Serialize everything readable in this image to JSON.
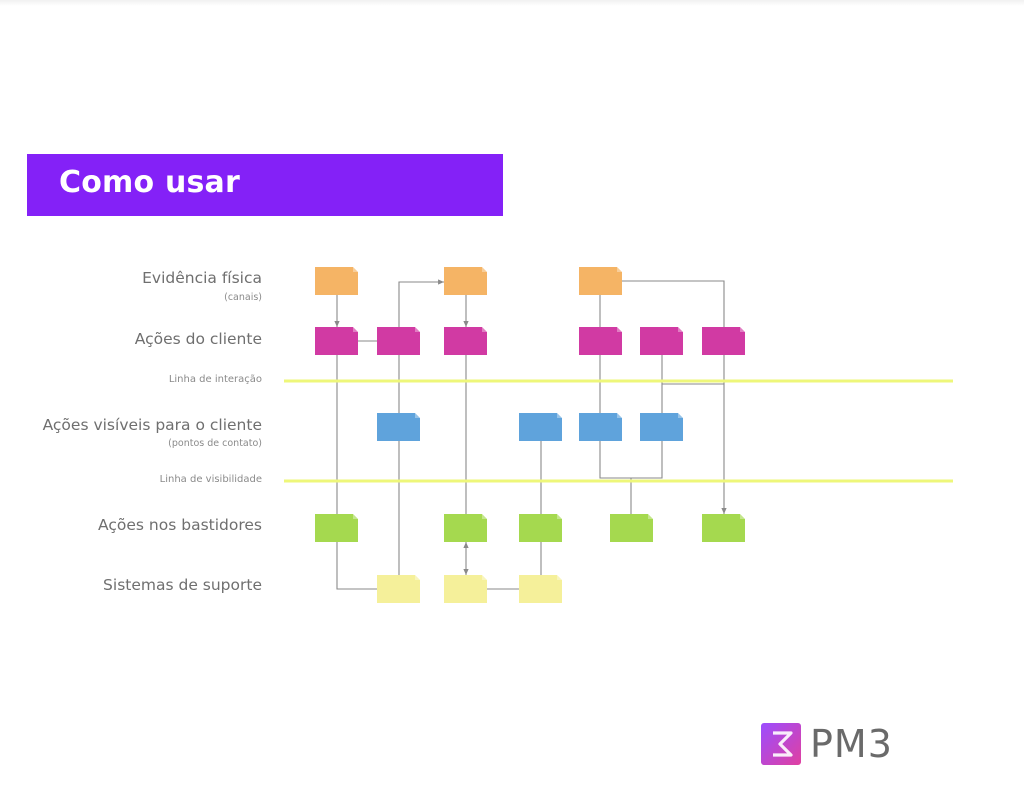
{
  "title": "Como usar",
  "lanes": {
    "evidencia": {
      "label": "Evidência física",
      "sub": "(canais)"
    },
    "acoes_cliente": {
      "label": "Ações do cliente"
    },
    "visiveis": {
      "label": "Ações visíveis para o cliente",
      "sub": "(pontos de contato)"
    },
    "bastidores": {
      "label": "Ações nos bastidores"
    },
    "suporte": {
      "label": "Sistemas de suporte"
    }
  },
  "lines": {
    "interacao": "Linha de interação",
    "visibilidade": "Linha de visibilidade"
  },
  "colors": {
    "evidencia": "#f5b465",
    "acoes_cliente": "#d13aa3",
    "visiveis": "#5fa3dc",
    "bastidores": "#a5d94f",
    "suporte": "#f5f09a",
    "divider_line": "#eef77a",
    "connector": "#8a8a8a",
    "banner": "#8421f7"
  },
  "logo": {
    "text": "PM3",
    "icon": "pm3-logo-icon"
  }
}
